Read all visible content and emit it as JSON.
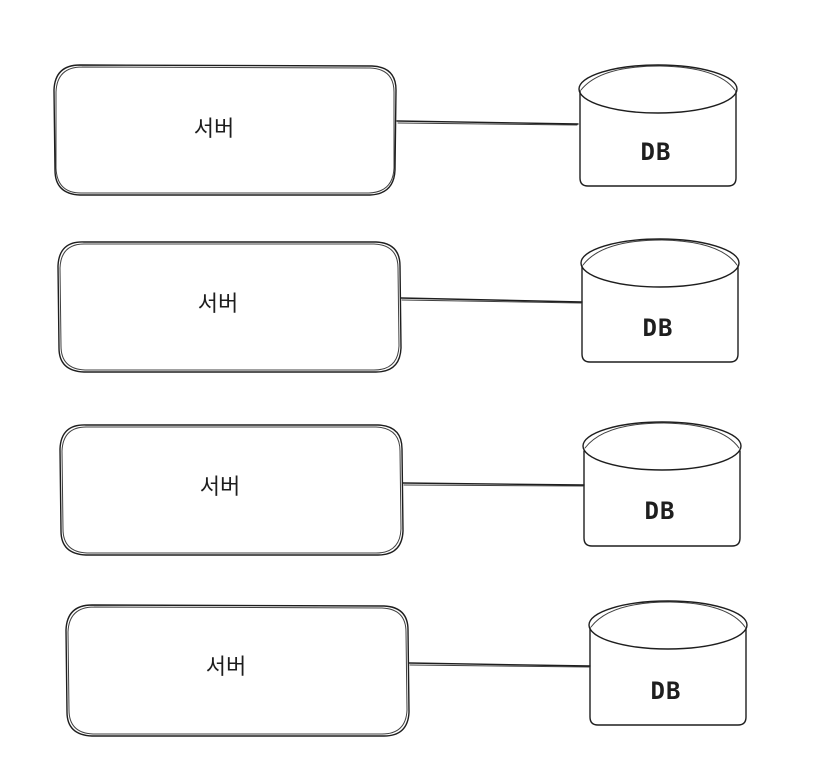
{
  "rows": [
    {
      "server_label": "서버",
      "db_label": "DB"
    },
    {
      "server_label": "서버",
      "db_label": "DB"
    },
    {
      "server_label": "서버",
      "db_label": "DB"
    },
    {
      "server_label": "서버",
      "db_label": "DB"
    }
  ],
  "colors": {
    "stroke": "#1e1e1e",
    "background": "#ffffff"
  }
}
